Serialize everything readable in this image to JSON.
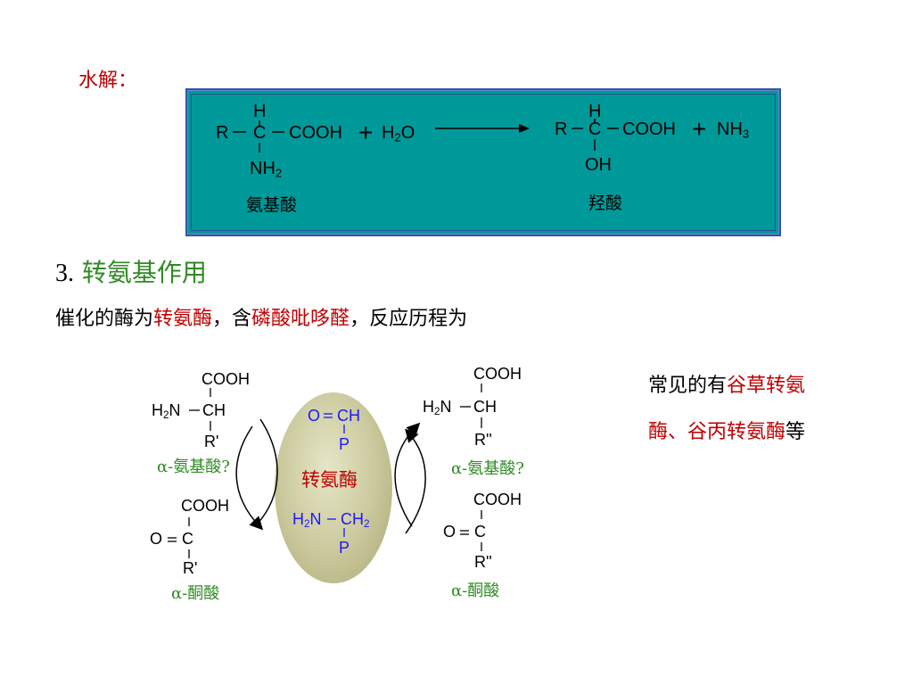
{
  "section_hydrolysis": {
    "title": "水解："
  },
  "hydrolysis": {
    "reactant": {
      "h": "H",
      "r": "R",
      "c": "C",
      "cooh": "COOH",
      "nh2": "NH",
      "nh2_sub": "2",
      "name": "氨基酸"
    },
    "plus1": "+",
    "water": {
      "h": "H",
      "sub": "2",
      "o": "O"
    },
    "product": {
      "h": "H",
      "r": "R",
      "c": "C",
      "cooh": "COOH",
      "oh": "OH",
      "name": "羟酸"
    },
    "plus2": "+",
    "ammonia": {
      "nh": "NH",
      "sub": "3"
    }
  },
  "section3": {
    "number": "3.",
    "title": "转氨基作用"
  },
  "catalysis": {
    "prefix": "催化的酶为",
    "enzyme": "转氨酶",
    "mid": "，含",
    "cofactor": "磷酸吡哆醛",
    "suffix": "，反应历程为"
  },
  "note": {
    "line1_prefix": "常见的有",
    "line1_red": "谷草转氨",
    "line2_red": "酶、谷丙转氨酶",
    "line2_suffix": "等"
  },
  "scheme": {
    "left_amino": {
      "cooh": "COOH",
      "h2n": "H",
      "sub": "2",
      "n": "N",
      "ch": "CH",
      "r": "R'",
      "label": "α-氨基酸?"
    },
    "left_keto": {
      "cooh": "COOH",
      "o": "O",
      "c": "C",
      "r": "R'",
      "label": "α-酮酸"
    },
    "right_amino": {
      "cooh": "COOH",
      "h2n": "H",
      "sub": "2",
      "n": "N",
      "ch": "CH",
      "r": "R''",
      "label": "α-氨基酸?"
    },
    "right_keto": {
      "cooh": "COOH",
      "o": "O",
      "c": "C",
      "r": "R''",
      "label": "α-酮酸"
    },
    "enzyme": {
      "top_o": "O",
      "top_ch": "CH",
      "top_p": "P",
      "name": "转氨酶",
      "bot_h": "H",
      "bot_sub": "2",
      "bot_n": "N",
      "bot_ch": "CH",
      "bot_sub2": "2",
      "bot_p": "P"
    }
  },
  "colors": {
    "accent_red": "#c00000",
    "green": "#2e8b22",
    "teal_box": "#009999",
    "blue": "#1a1aff"
  }
}
